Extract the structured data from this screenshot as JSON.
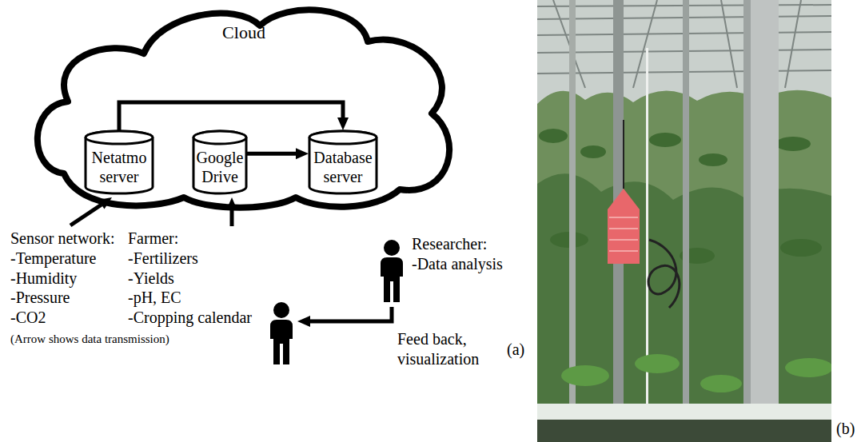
{
  "diagram": {
    "nodes": [
      {
        "text": [
          "Cloud"
        ]
      },
      {
        "text": [
          "Netatmo server"
        ],
        "in": 0
      },
      {
        "text": [
          "Google Drive"
        ],
        "in": 0
      },
      {
        "text": [
          "Database server"
        ],
        "in": 0
      }
    ],
    "edges": [
      {
        "from": 1,
        "to": 3,
        "arrow": "to"
      },
      {
        "from": 2,
        "to": 3,
        "arrow": "to"
      }
    ],
    "labels": [
      "Sensor network:",
      "-Temperature",
      "-Humidity",
      "-Pressure",
      "-CO2",
      "(Arrow shows data transmission)",
      "Farmer:",
      "-Fertilizers",
      "-Yields",
      "-pH, EC",
      "-Cropping calendar",
      "Researcher:",
      "-Data analysis",
      "Feed back,",
      "visualization",
      "(a)",
      "(b)"
    ]
  }
}
